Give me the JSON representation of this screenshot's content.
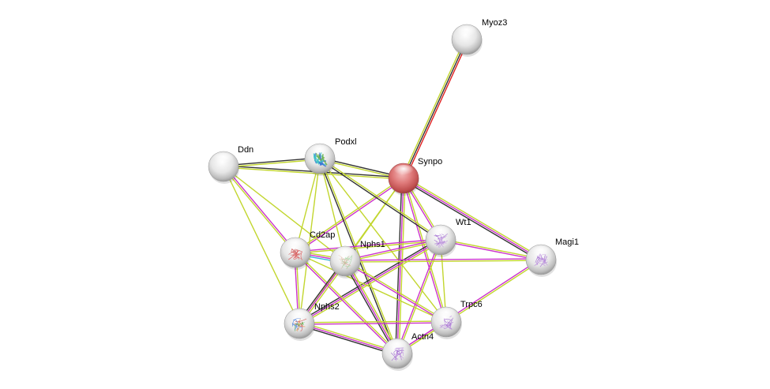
{
  "diagram": {
    "type": "protein-interaction-network",
    "colors": {
      "background": "#ffffff",
      "node_default": "#e8e8e8",
      "node_query": "#d86a6a"
    },
    "edge_colors": {
      "textmining": "#c2d62e",
      "coexpression": "#333333",
      "experiments": "#cc33cc",
      "cooccurrence": "#2a2ad8",
      "homology": "#33b5d8",
      "fusion": "#e02020"
    },
    "nodes": [
      {
        "id": "Myoz3",
        "label": "Myoz3",
        "query": false,
        "structure": "none"
      },
      {
        "id": "Ddn",
        "label": "Ddn",
        "query": false,
        "structure": "none"
      },
      {
        "id": "Podxl",
        "label": "Podxl",
        "query": false,
        "structure": "helix-blue"
      },
      {
        "id": "Synpo",
        "label": "Synpo",
        "query": true,
        "structure": "none"
      },
      {
        "id": "Wt1",
        "label": "Wt1",
        "query": false,
        "structure": "purple"
      },
      {
        "id": "Magi1",
        "label": "Magi1",
        "query": false,
        "structure": "purple"
      },
      {
        "id": "Cd2ap",
        "label": "Cd2ap",
        "query": false,
        "structure": "red"
      },
      {
        "id": "Nphs1",
        "label": "Nphs1",
        "query": false,
        "structure": "green-faint"
      },
      {
        "id": "Nphs2",
        "label": "Nphs2",
        "query": false,
        "structure": "multicolor"
      },
      {
        "id": "Trpc6",
        "label": "Trpc6",
        "query": false,
        "structure": "purple"
      },
      {
        "id": "Actn4",
        "label": "Actn4",
        "query": false,
        "structure": "purple"
      }
    ],
    "edges": [
      {
        "source": "Synpo",
        "target": "Myoz3",
        "types": [
          "textmining",
          "coexpression",
          "fusion"
        ]
      },
      {
        "source": "Synpo",
        "target": "Podxl",
        "types": [
          "textmining",
          "coexpression"
        ]
      },
      {
        "source": "Synpo",
        "target": "Ddn",
        "types": [
          "textmining",
          "coexpression"
        ]
      },
      {
        "source": "Synpo",
        "target": "Wt1",
        "types": [
          "textmining",
          "experiments"
        ]
      },
      {
        "source": "Synpo",
        "target": "Magi1",
        "types": [
          "textmining",
          "experiments",
          "coexpression"
        ]
      },
      {
        "source": "Synpo",
        "target": "Cd2ap",
        "types": [
          "experiments",
          "textmining"
        ]
      },
      {
        "source": "Synpo",
        "target": "Nphs1",
        "types": [
          "textmining"
        ]
      },
      {
        "source": "Synpo",
        "target": "Nphs2",
        "types": [
          "textmining"
        ]
      },
      {
        "source": "Synpo",
        "target": "Trpc6",
        "types": [
          "textmining",
          "experiments"
        ]
      },
      {
        "source": "Synpo",
        "target": "Actn4",
        "types": [
          "textmining",
          "experiments",
          "coexpression"
        ]
      },
      {
        "source": "Ddn",
        "target": "Podxl",
        "types": [
          "coexpression",
          "textmining"
        ]
      },
      {
        "source": "Ddn",
        "target": "Cd2ap",
        "types": [
          "experiments",
          "textmining"
        ]
      },
      {
        "source": "Ddn",
        "target": "Nphs1",
        "types": [
          "textmining"
        ]
      },
      {
        "source": "Ddn",
        "target": "Nphs2",
        "types": [
          "textmining"
        ]
      },
      {
        "source": "Podxl",
        "target": "Cd2ap",
        "types": [
          "textmining"
        ]
      },
      {
        "source": "Podxl",
        "target": "Nphs1",
        "types": [
          "textmining"
        ]
      },
      {
        "source": "Podxl",
        "target": "Nphs2",
        "types": [
          "textmining"
        ]
      },
      {
        "source": "Podxl",
        "target": "Wt1",
        "types": [
          "textmining",
          "coexpression"
        ]
      },
      {
        "source": "Podxl",
        "target": "Actn4",
        "types": [
          "textmining",
          "coexpression"
        ]
      },
      {
        "source": "Podxl",
        "target": "Trpc6",
        "types": [
          "textmining"
        ]
      },
      {
        "source": "Wt1",
        "target": "Cd2ap",
        "types": [
          "textmining",
          "experiments"
        ]
      },
      {
        "source": "Wt1",
        "target": "Nphs1",
        "types": [
          "textmining",
          "experiments"
        ]
      },
      {
        "source": "Wt1",
        "target": "Nphs2",
        "types": [
          "textmining",
          "experiments",
          "coexpression"
        ]
      },
      {
        "source": "Wt1",
        "target": "Actn4",
        "types": [
          "textmining",
          "experiments"
        ]
      },
      {
        "source": "Wt1",
        "target": "Trpc6",
        "types": [
          "textmining"
        ]
      },
      {
        "source": "Wt1",
        "target": "Magi1",
        "types": [
          "textmining",
          "experiments"
        ]
      },
      {
        "source": "Magi1",
        "target": "Nphs1",
        "types": [
          "textmining",
          "experiments"
        ]
      },
      {
        "source": "Magi1",
        "target": "Actn4",
        "types": [
          "textmining",
          "experiments"
        ]
      },
      {
        "source": "Cd2ap",
        "target": "Nphs1",
        "types": [
          "textmining",
          "experiments",
          "homology"
        ]
      },
      {
        "source": "Cd2ap",
        "target": "Nphs2",
        "types": [
          "textmining",
          "experiments"
        ]
      },
      {
        "source": "Cd2ap",
        "target": "Actn4",
        "types": [
          "textmining",
          "experiments"
        ]
      },
      {
        "source": "Cd2ap",
        "target": "Trpc6",
        "types": [
          "textmining"
        ]
      },
      {
        "source": "Nphs1",
        "target": "Nphs2",
        "types": [
          "textmining",
          "experiments",
          "coexpression"
        ]
      },
      {
        "source": "Nphs1",
        "target": "Actn4",
        "types": [
          "textmining",
          "experiments",
          "coexpression"
        ]
      },
      {
        "source": "Nphs1",
        "target": "Trpc6",
        "types": [
          "textmining",
          "experiments"
        ]
      },
      {
        "source": "Nphs2",
        "target": "Trpc6",
        "types": [
          "textmining",
          "experiments"
        ]
      },
      {
        "source": "Nphs2",
        "target": "Actn4",
        "types": [
          "textmining",
          "experiments",
          "coexpression"
        ]
      },
      {
        "source": "Trpc6",
        "target": "Actn4",
        "types": [
          "textmining",
          "experiments"
        ]
      }
    ]
  }
}
